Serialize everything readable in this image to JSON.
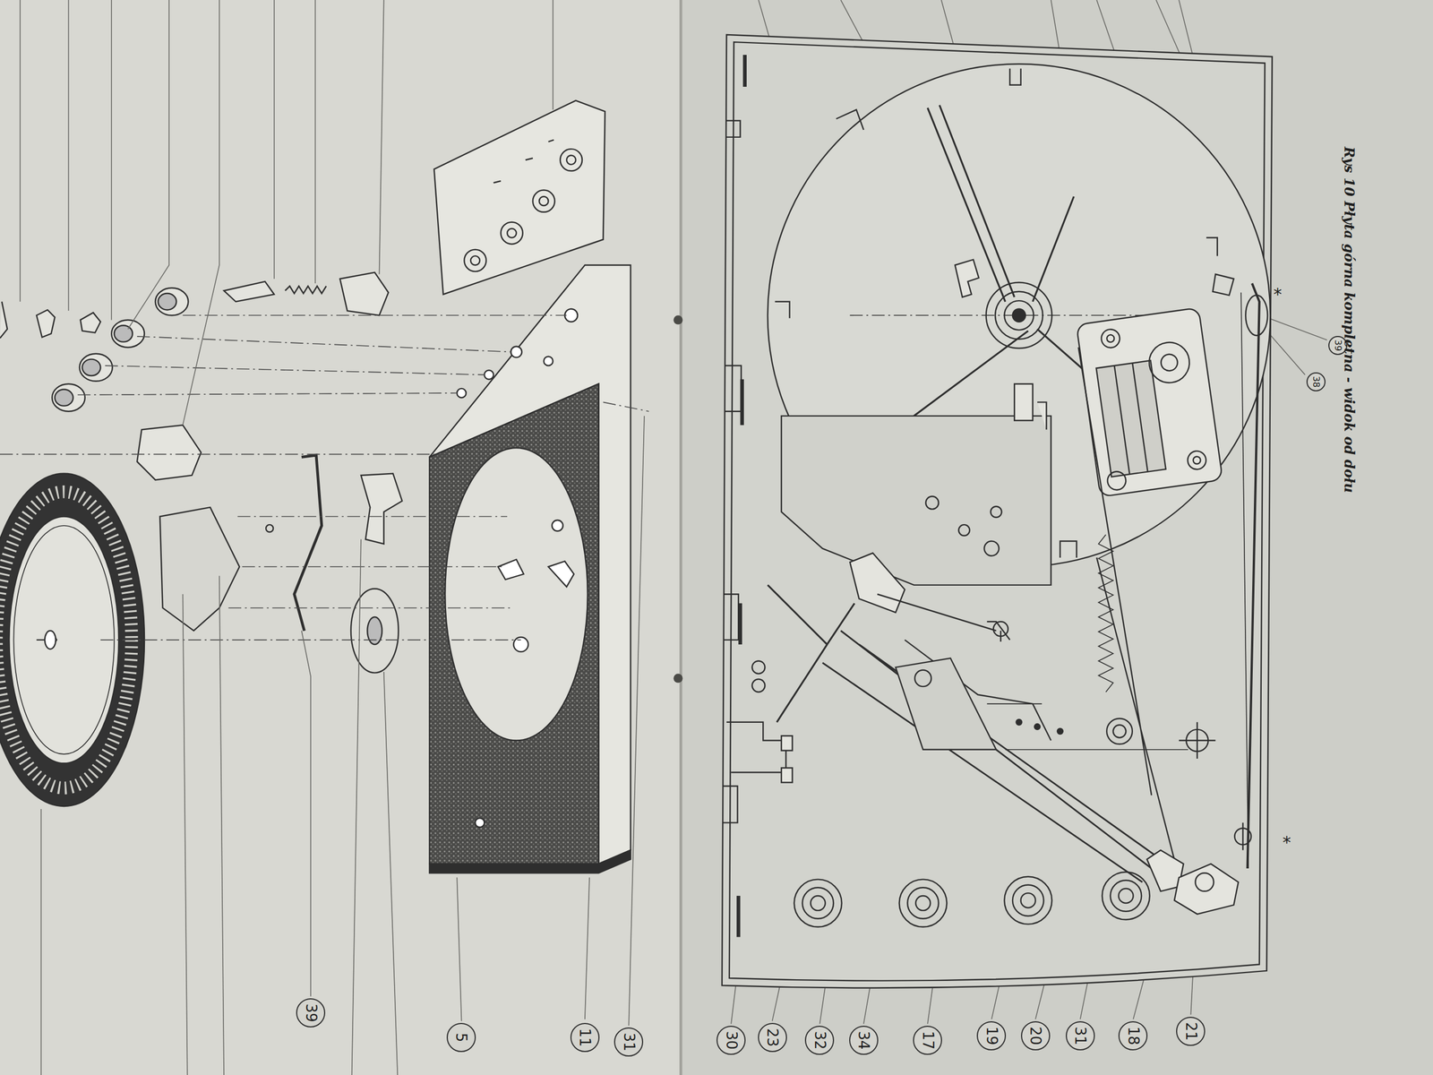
{
  "diagram": {
    "caption": "Rys 10 Płyta górna kompletna - widok od dołu",
    "nodes": [
      {
        "text": [
          "39"
        ]
      },
      {
        "text": [
          "5"
        ]
      },
      {
        "text": [
          "11"
        ]
      },
      {
        "text": [
          "31"
        ]
      },
      {
        "text": [
          "30"
        ]
      },
      {
        "text": [
          "23"
        ]
      },
      {
        "text": [
          "32"
        ]
      },
      {
        "text": [
          "34"
        ]
      },
      {
        "text": [
          "17"
        ]
      },
      {
        "text": [
          "19"
        ]
      },
      {
        "text": [
          "20"
        ]
      },
      {
        "text": [
          "31"
        ]
      },
      {
        "text": [
          "18"
        ]
      },
      {
        "text": [
          "21"
        ]
      },
      {
        "text": [
          "38"
        ]
      },
      {
        "text": [
          "39"
        ]
      }
    ],
    "labels": [
      "*",
      "*"
    ]
  }
}
